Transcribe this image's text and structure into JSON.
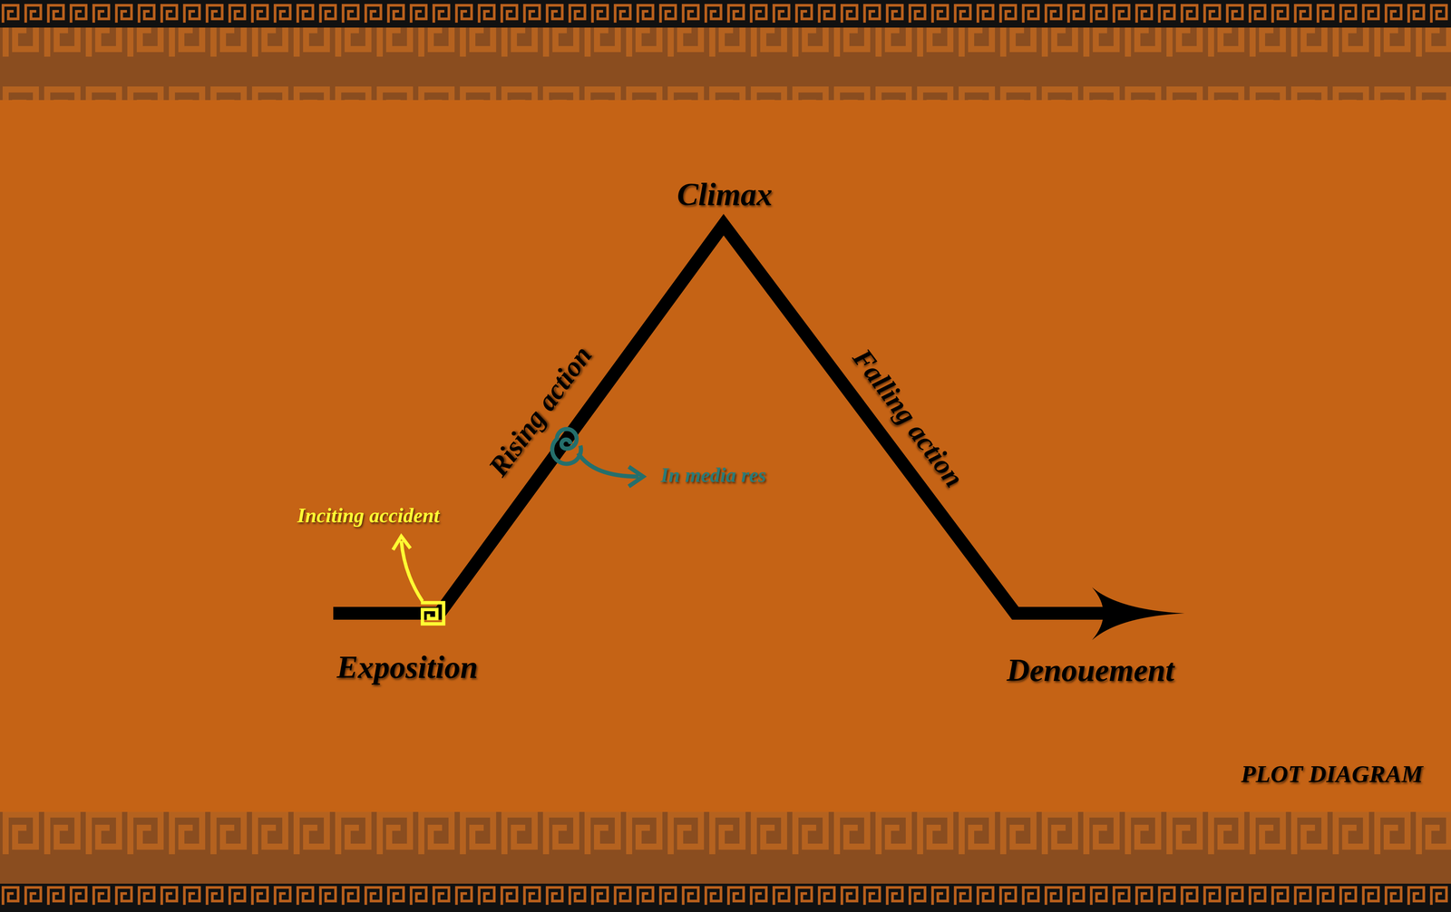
{
  "diagram": {
    "title": "PLOT DIAGRAM",
    "labels": [
      "Climax",
      "Rising action",
      "Falling action",
      "Inciting accident",
      "In media res",
      "Exposition",
      "Denouement"
    ]
  }
}
